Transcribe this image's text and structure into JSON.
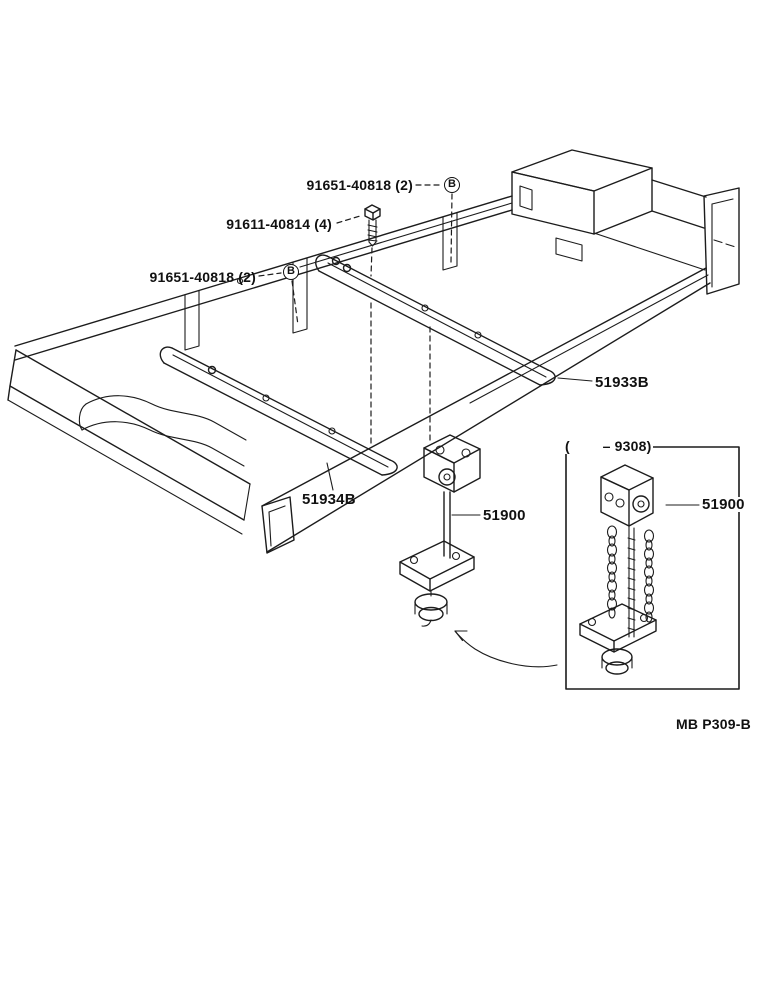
{
  "page": {
    "background_color": "#ffffff",
    "line_color": "#1c1c1c"
  },
  "diagram": {
    "callouts": {
      "bolt_upper": {
        "part_number": "91651-40818 (2)",
        "symbol": "B"
      },
      "screw": {
        "part_number": "91611-40814 (4)"
      },
      "bolt_lower": {
        "part_number": "91651-40818 (2)",
        "symbol": "B"
      }
    },
    "parts": {
      "support_rear": {
        "part_number": "51933B"
      },
      "support_front": {
        "part_number": "51934B"
      },
      "carrier": {
        "part_number": "51900"
      }
    },
    "inset": {
      "range_note": "(        – 9308)",
      "carrier": {
        "part_number": "51900"
      }
    },
    "footer": {
      "drawing_code": "MB P309-B"
    }
  }
}
